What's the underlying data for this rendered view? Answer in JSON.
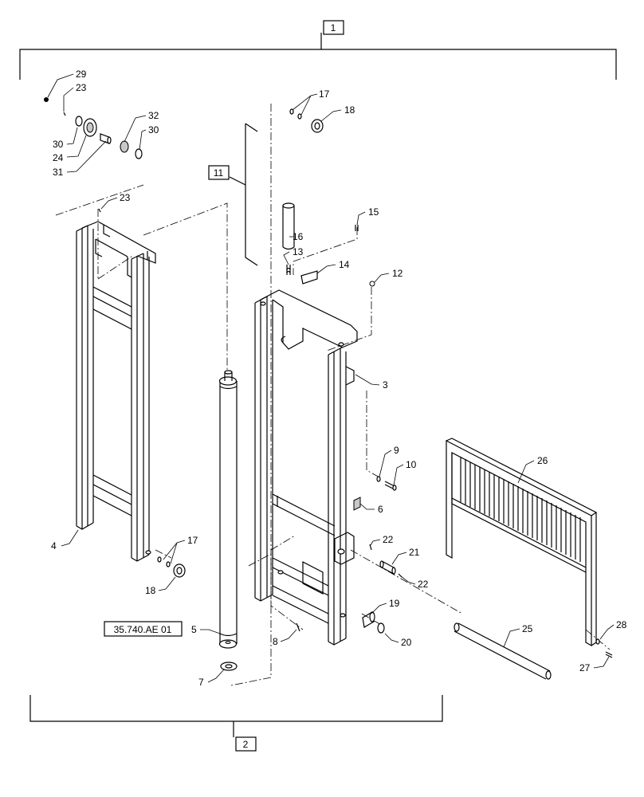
{
  "group_labels": {
    "top": "1",
    "bottom": "2",
    "cylinder_group": "11"
  },
  "reference": "35.740.AE 01",
  "callouts": {
    "c29": "29",
    "c23a": "23",
    "c30a": "30",
    "c24": "24",
    "c31": "31",
    "c32": "32",
    "c30b": "30",
    "c23b": "23",
    "c17a": "17",
    "c18a": "18",
    "c15": "15",
    "c16": "16",
    "c13": "13",
    "c14": "14",
    "c12": "12",
    "c3": "3",
    "c9": "9",
    "c10": "10",
    "c6": "6",
    "c26": "26",
    "c22a": "22",
    "c21": "21",
    "c22b": "22",
    "c19": "19",
    "c20": "20",
    "c25": "25",
    "c28": "28",
    "c27": "27",
    "c4": "4",
    "c17b": "17",
    "c18b": "18",
    "c5": "5",
    "c7": "7",
    "c8": "8"
  }
}
